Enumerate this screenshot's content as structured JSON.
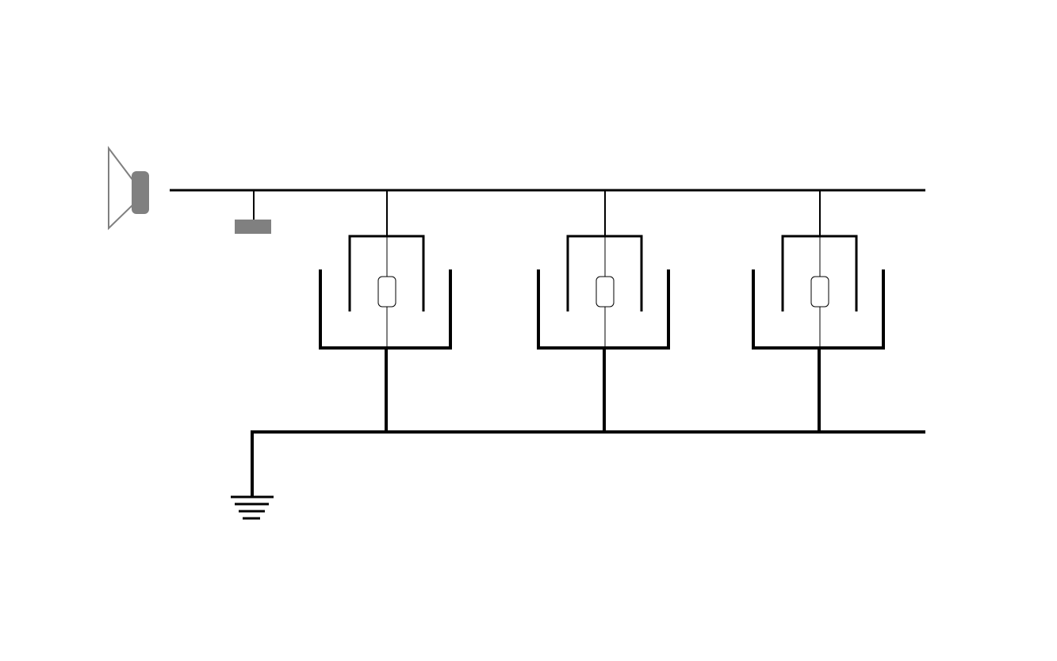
{
  "diagram": {
    "type": "circuit-schematic",
    "labels": [],
    "components": [
      {
        "kind": "speaker-icon"
      },
      {
        "kind": "terminal-block"
      },
      {
        "kind": "electrode-cell",
        "count": 3
      },
      {
        "kind": "ground-icon"
      }
    ],
    "colors": {
      "line": "#000000",
      "component_fill": "#808080",
      "component_stroke": "#808080",
      "background": "#ffffff"
    }
  }
}
